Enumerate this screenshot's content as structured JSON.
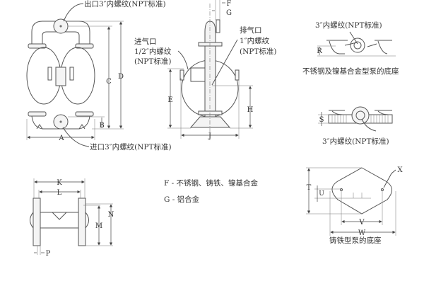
{
  "front_view": {
    "outlet_label": "出口3″内螺纹(NPT标准)",
    "inlet_label": "进口3″内螺纹(NPT标准)",
    "dims": {
      "A": "A",
      "B": "B",
      "C": "C",
      "D": "D"
    }
  },
  "side_view": {
    "air_inlet": [
      "进气口",
      "1/2″内螺纹",
      "(NPT标准)"
    ],
    "exhaust": [
      "排气口",
      "1″内螺纹",
      "(NPT标准)"
    ],
    "dims": {
      "E": "E",
      "F": "F",
      "G": "G",
      "H": "H",
      "J": "J"
    }
  },
  "ss_base": {
    "port_label": "3″内螺纹(NPT标准)",
    "dim": "R",
    "caption": "不锈钢及镍基合金型泵的底座"
  },
  "flat_base": {
    "dim": "S",
    "port_label": "3″内螺纹(NPT标准)"
  },
  "top_view": {
    "dims": {
      "K": "K",
      "L": "L",
      "M": "M",
      "N": "N",
      "P": "P"
    }
  },
  "legend": {
    "F": "F - 不锈钢、铸铁、镍基合金",
    "G": "G - 铝合金"
  },
  "cast_iron_base": {
    "dims": {
      "T": "T",
      "U": "U",
      "V": "V",
      "W": "W",
      "X": "X"
    },
    "caption": "铸铁型泵的底座"
  }
}
